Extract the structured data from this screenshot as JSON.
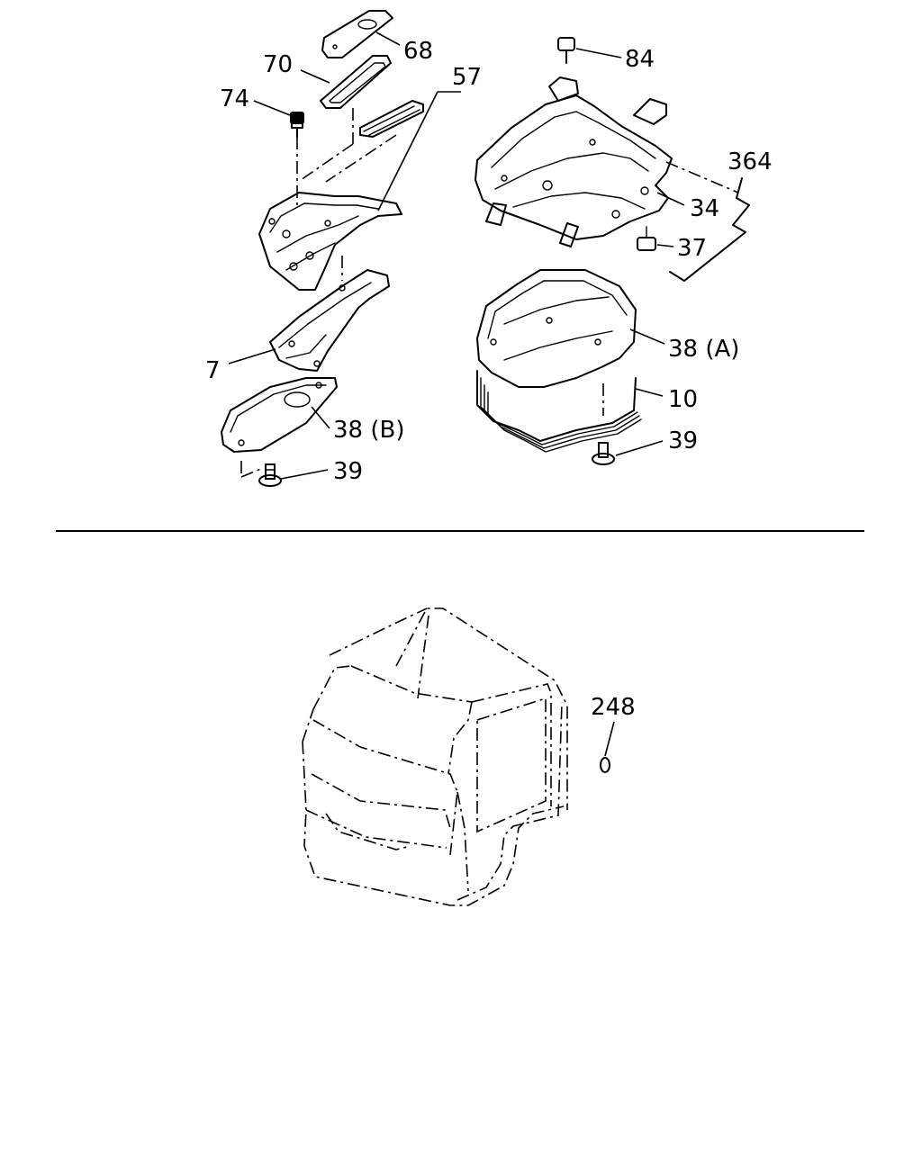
{
  "callouts": {
    "c68": "68",
    "c70": "70",
    "c74": "74",
    "c57": "57",
    "c84": "84",
    "c364": "364",
    "c34": "34",
    "c37": "37",
    "c38a": "38 (A)",
    "c10": "10",
    "c39_right": "39",
    "c7": "7",
    "c38b": "38 (B)",
    "c39_left": "39",
    "c248": "248"
  }
}
